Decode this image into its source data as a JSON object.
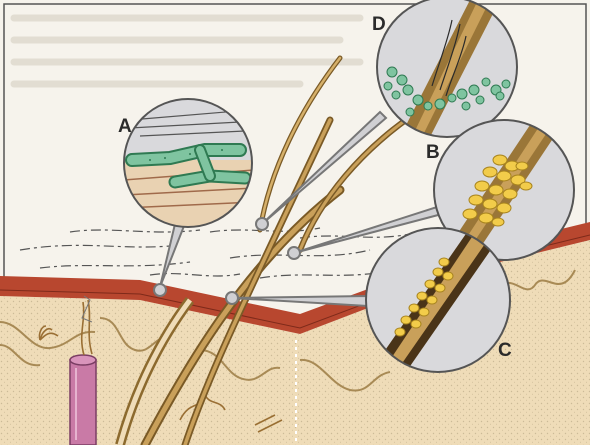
{
  "labels": {
    "a": "A",
    "b": "B",
    "c": "C",
    "d": "D"
  },
  "colors": {
    "background": "#f6f3ec",
    "skin_surface": "#b8472f",
    "dermis": "#efdcb8",
    "hair_shaft": "#b08a4a",
    "fungal_hyphae": "#7fc4a0",
    "spores": "#f2cc4a",
    "blood_vessel": "#c97aa6",
    "inset_background": "#d9d9dc"
  },
  "icons": {
    "a": "fungal-hyphae-in-skin",
    "b": "spores-outside-hair-shaft",
    "c": "spores-inside-hair-shaft",
    "d": "hyphae-invading-hair-shaft"
  }
}
